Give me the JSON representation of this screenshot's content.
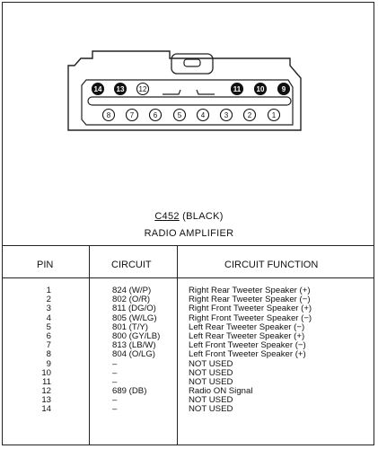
{
  "connector": {
    "top_pins": [
      {
        "pin": "14",
        "filled": true
      },
      {
        "pin": "13",
        "filled": true
      },
      {
        "pin": "12",
        "filled": false
      },
      {
        "pin": "11",
        "filled": true
      },
      {
        "pin": "10",
        "filled": true
      },
      {
        "pin": "9",
        "filled": true
      }
    ],
    "bottom_pins": [
      "8",
      "7",
      "6",
      "5",
      "4",
      "3",
      "2",
      "1"
    ]
  },
  "caption": {
    "connector_id": "C452",
    "color": "(BLACK)",
    "title": "RADIO AMPLIFIER"
  },
  "table": {
    "headers": {
      "pin": "PIN",
      "circuit": "CIRCUIT",
      "function": "CIRCUIT FUNCTION"
    },
    "rows": [
      {
        "pin": "1",
        "circuit": "824 (W/P)",
        "function": "Right Rear Tweeter Speaker (+)"
      },
      {
        "pin": "2",
        "circuit": "802 (O/R)",
        "function": "Right Rear Tweeter Speaker (−)"
      },
      {
        "pin": "3",
        "circuit": "811 (DG/O)",
        "function": "Right Front Tweeter Speaker (+)"
      },
      {
        "pin": "4",
        "circuit": "805 (W/LG)",
        "function": "Right Front Tweeter Speaker (−)"
      },
      {
        "pin": "5",
        "circuit": "801 (T/Y)",
        "function": "Left Rear Tweeter Speaker (−)"
      },
      {
        "pin": "6",
        "circuit": "800 (GY/LB)",
        "function": "Left Rear Tweeter Speaker (+)"
      },
      {
        "pin": "7",
        "circuit": "813 (LB/W)",
        "function": "Left Front Tweeter Speaker (−)"
      },
      {
        "pin": "8",
        "circuit": "804 (O/LG)",
        "function": "Left Front Tweeter Speaker (+)"
      },
      {
        "pin": "9",
        "circuit": "–",
        "function": "NOT USED"
      },
      {
        "pin": "10",
        "circuit": "–",
        "function": "NOT USED"
      },
      {
        "pin": "11",
        "circuit": "–",
        "function": "NOT USED"
      },
      {
        "pin": "12",
        "circuit": "689 (DB)",
        "function": "Radio ON Signal"
      },
      {
        "pin": "13",
        "circuit": "–",
        "function": "NOT USED"
      },
      {
        "pin": "14",
        "circuit": "–",
        "function": "NOT USED"
      }
    ]
  }
}
